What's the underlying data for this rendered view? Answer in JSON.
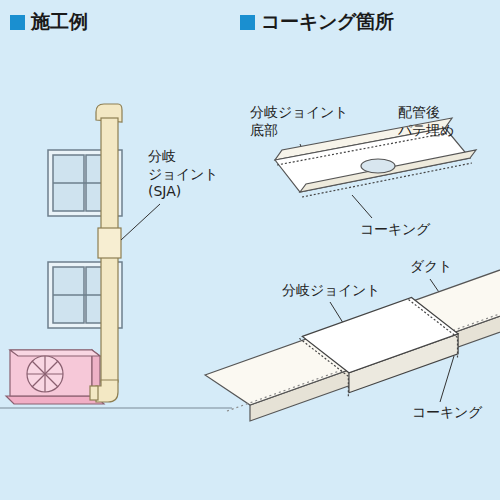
{
  "diagram": {
    "labels": [
      "施工例",
      "分岐 ジョイント (SJA)",
      "コーキング箇所",
      "分岐ジョイント 底部",
      "配管後 パテ埋め",
      "コーキング",
      "ダクト",
      "分岐ジョイント",
      "コーキング"
    ]
  }
}
